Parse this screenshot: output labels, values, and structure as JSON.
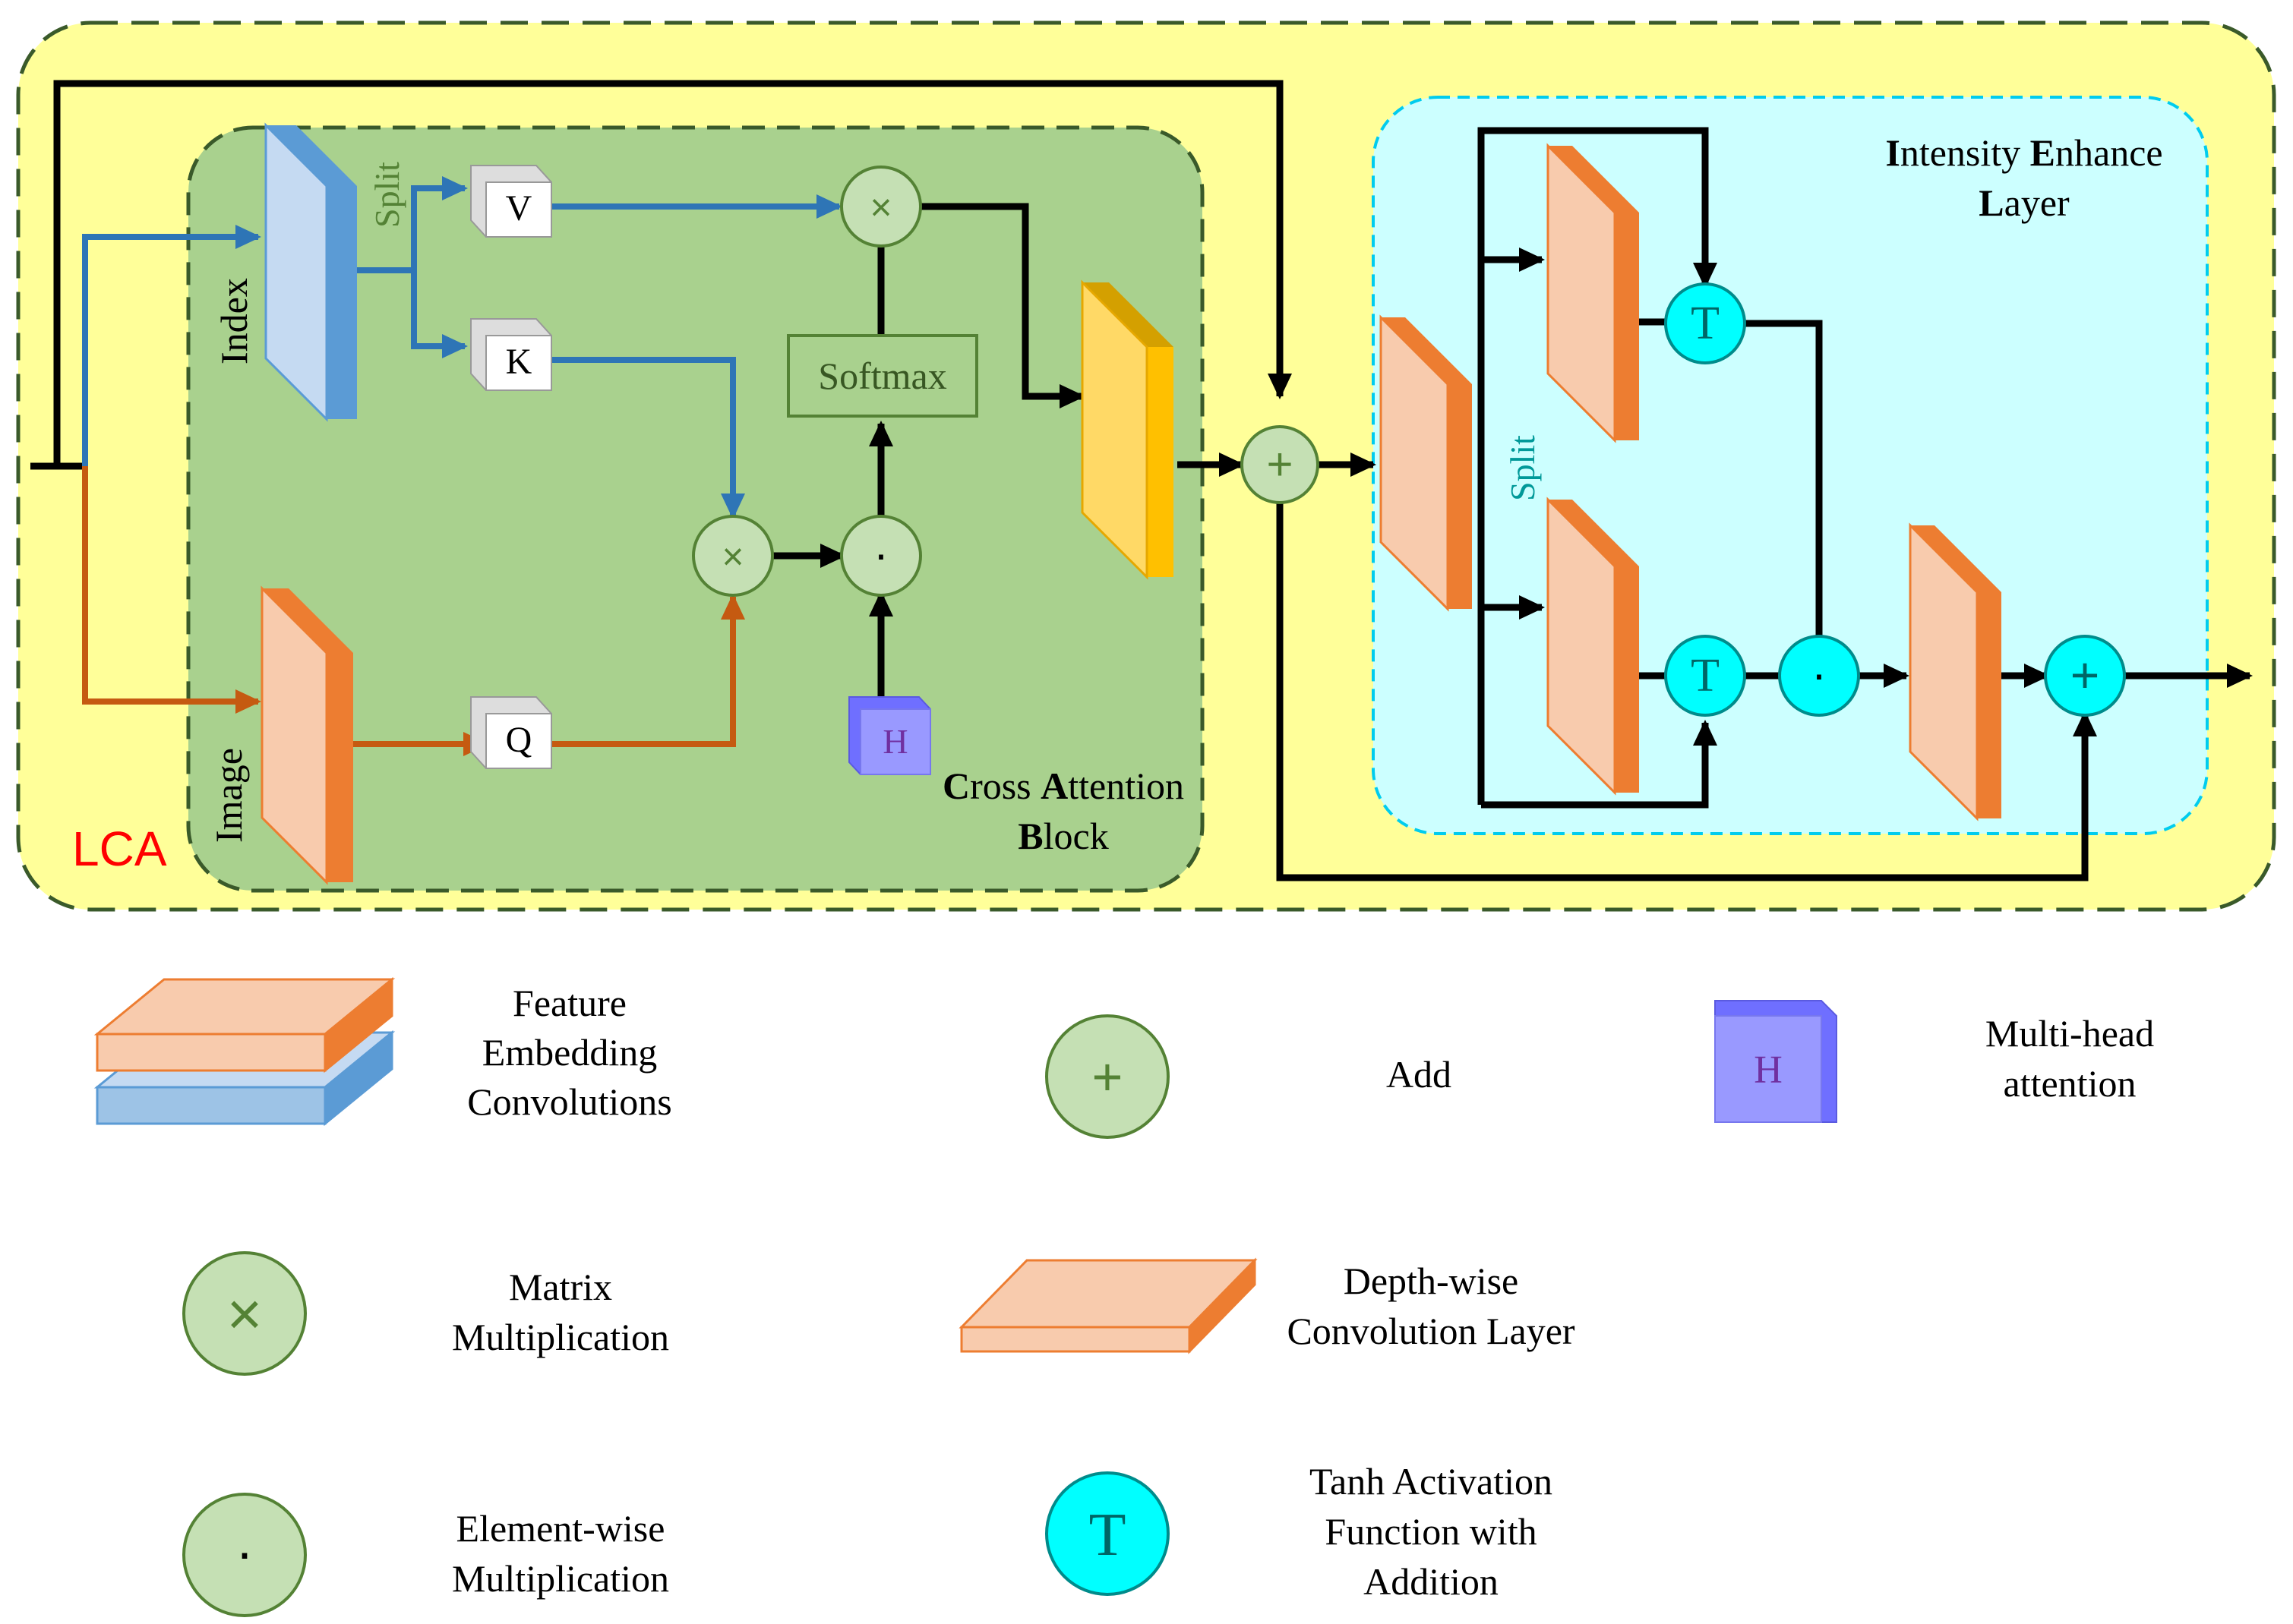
{
  "diagram": {
    "lca_label": "LCA",
    "cross_attention": {
      "title_line1_initial": "C",
      "title_line1_rest": "ross ",
      "title_line1_initial2": "A",
      "title_line1_rest2": "ttention",
      "title_line2_initial": "B",
      "title_line2_rest": "lock"
    },
    "intensity": {
      "title_line1_initial": "I",
      "title_line1_rest": "ntensity ",
      "title_line1_initial2": "E",
      "title_line1_rest2": "nhance",
      "title_line2_initial": "L",
      "title_line2_rest": "ayer"
    },
    "labels": {
      "index": "Index",
      "image": "Image",
      "split_left": "Split",
      "split_right": "Split",
      "v": "V",
      "k": "K",
      "q": "Q",
      "h": "H",
      "softmax": "Softmax",
      "times": "×",
      "dot": "·",
      "plus": "+",
      "tanh": "T"
    }
  },
  "legend": {
    "feature_embedding": [
      "Feature",
      "Embedding",
      "Convolutions"
    ],
    "add": "Add",
    "multi_head": [
      "Multi-head",
      "attention"
    ],
    "matrix_mult": [
      "Matrix",
      "Multiplication"
    ],
    "depthwise": [
      "Depth-wise",
      "Convolution Layer"
    ],
    "element_wise": [
      "Element-wise",
      "Multiplication"
    ],
    "tanh_act": [
      "Tanh Activation",
      "Function with",
      "Addition"
    ],
    "h": "H",
    "plus": "+",
    "times": "×",
    "dot": "·",
    "tanh": "T"
  },
  "colors": {
    "lca_bg": "#ffff99",
    "cab_bg": "#a9d18e",
    "iel_bg": "#ccffff",
    "conv_orange": "#f8cbad",
    "conv_orange_edge": "#ed7d31",
    "index_blue": "#c5daf2",
    "index_blue_edge": "#5b9bd5",
    "yellow_block": "#ffd966",
    "yellow_edge": "#ffc000",
    "circle_green": "#c5e0b4",
    "circle_green_edge": "#548235",
    "circle_cyan": "#00ffff",
    "arrow_blue": "#2e75b6",
    "arrow_orange": "#c55a11",
    "h_purple": "#9999ff",
    "lca_red": "#ff0000"
  }
}
